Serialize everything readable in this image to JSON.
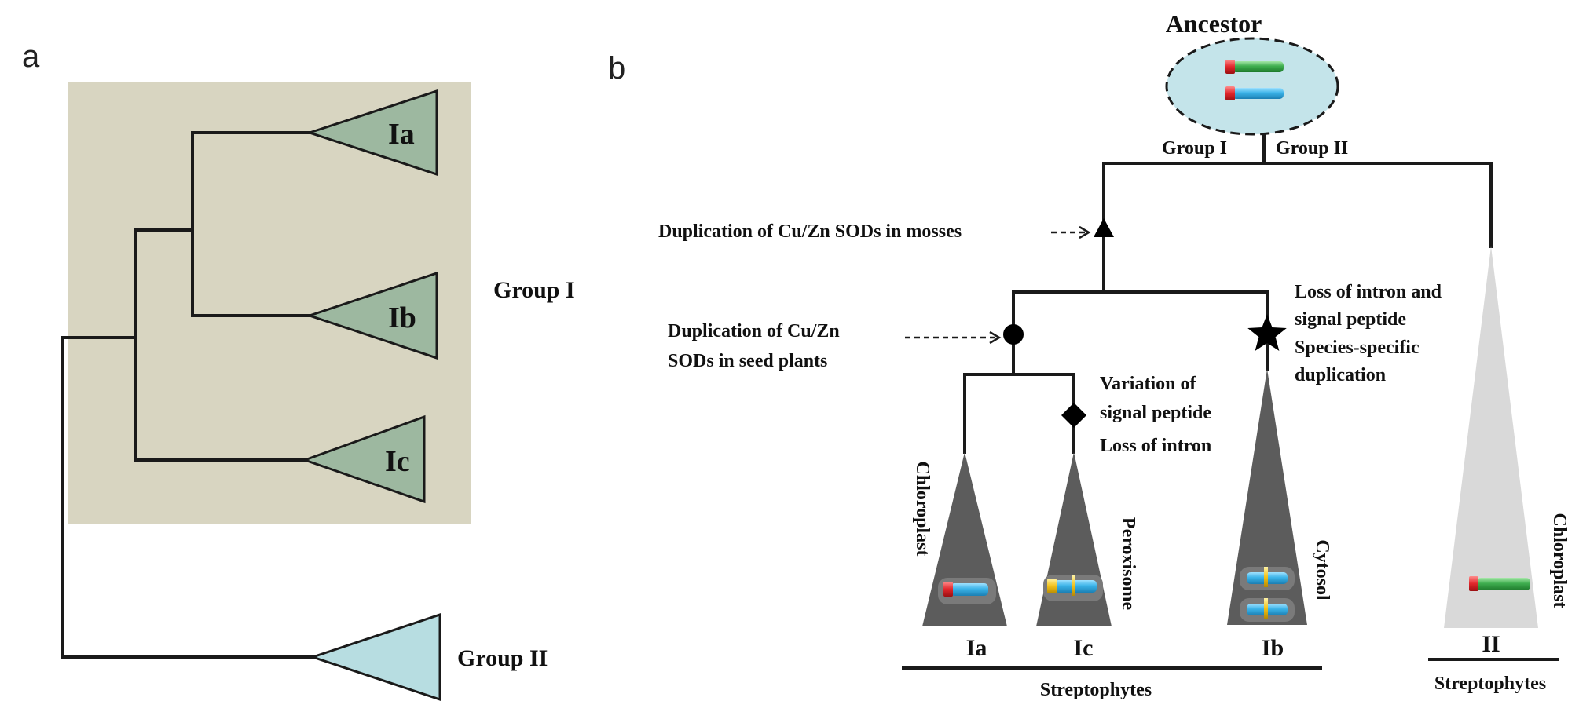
{
  "panel_a": {
    "letter": "a",
    "clades": {
      "ia": "Ia",
      "ib": "Ib",
      "ic": "Ic",
      "group_ii": "Group II"
    },
    "group_i_label": "Group I",
    "colors": {
      "background": "#d8d5c1",
      "group_i_triangle": "#9db8a0",
      "group_ii_triangle": "#b7dde1"
    }
  },
  "panel_b": {
    "letter": "b",
    "ancestor": "Ancestor",
    "branch_labels": {
      "group_i": "Group I",
      "group_ii": "Group II"
    },
    "events": {
      "mosses_duplication": "Duplication of  Cu/Zn SODs in mosses",
      "seed_duplication_line1": "Duplication of  Cu/Zn",
      "seed_duplication_line2": "SODs in seed plants",
      "variation_line1": "Variation of",
      "variation_line2": "signal peptide",
      "variation_line3": "Loss of intron",
      "loss_line1": "Loss of intron and",
      "loss_line2": "signal peptide",
      "loss_line3": "Species-specific",
      "loss_line4": "duplication"
    },
    "localizations": {
      "ia": "Chloroplast",
      "ic": "Peroxisome",
      "ib": "Cytosol",
      "ii": "Chloroplast"
    },
    "leaves": {
      "ia": "Ia",
      "ic": "Ic",
      "ib": "Ib",
      "ii": "II"
    },
    "bases": {
      "group_i": "Streptophytes",
      "group_ii": "Streptophytes"
    },
    "markers": {
      "mosses": "triangle-marker",
      "seed_plants": "circle-marker",
      "variation": "diamond-marker",
      "loss": "star-marker"
    },
    "colors": {
      "ancestor_fill": "#c4e4ea",
      "dark_triangle": "#5c5c5c",
      "light_triangle": "#d9d9d9",
      "signal_peptide": "#e0262b",
      "exon_blue": "#3bb3e8",
      "exon_green": "#3fae4f",
      "intron_yellow": "#f2c21b"
    }
  }
}
